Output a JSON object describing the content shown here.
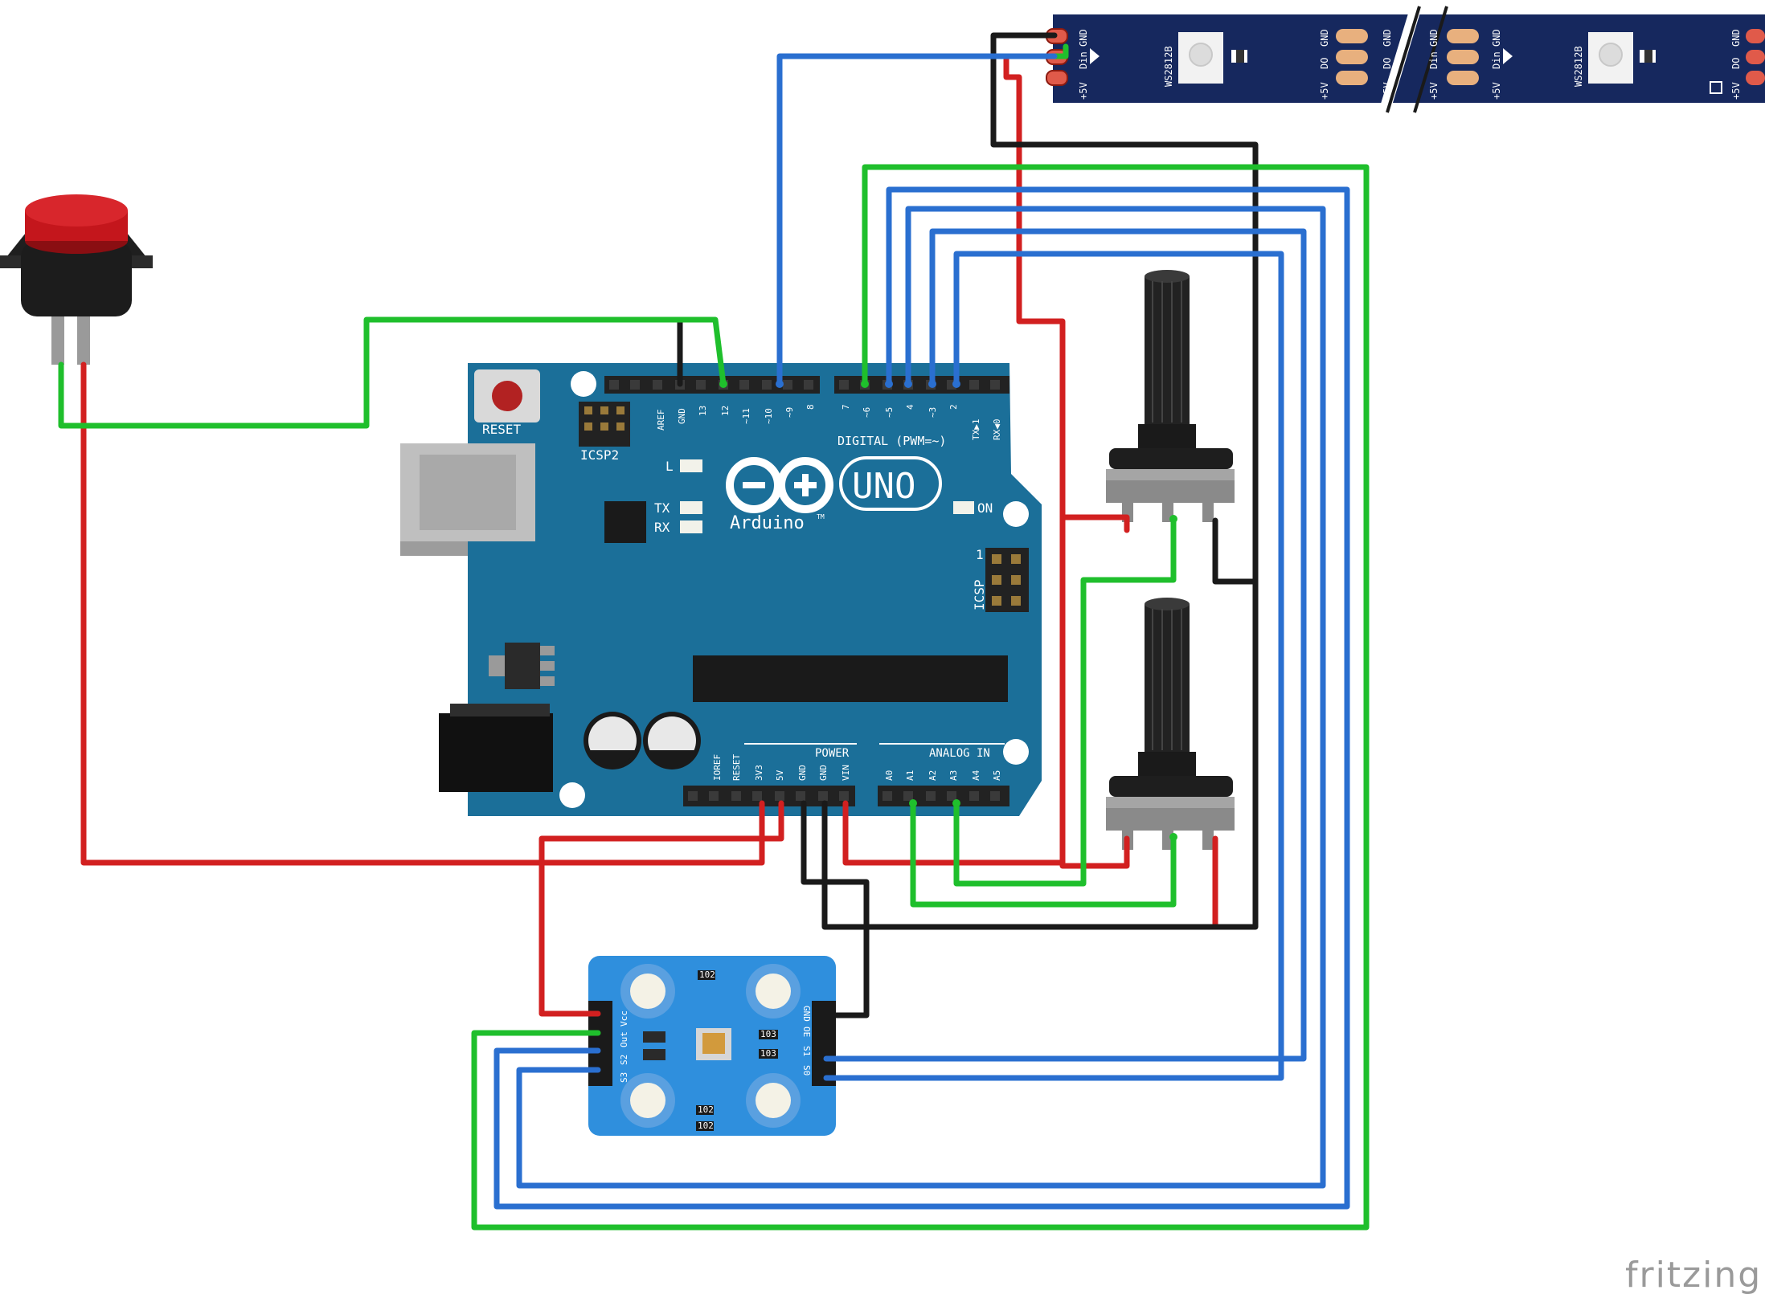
{
  "arduino": {
    "reset_label": "RESET",
    "icsp2_label": "ICSP2",
    "icsp_label": "ICSP",
    "icsp_pin1": "1",
    "led_l": "L",
    "led_tx": "TX",
    "led_rx": "RX",
    "led_on": "ON",
    "logo_text": "UNO",
    "brand_text": "Arduino",
    "brand_tm": "TM",
    "digital_label": "DIGITAL (PWM=~)",
    "power_label": "POWER",
    "analog_label": "ANALOG IN",
    "top_left_header_pins": [
      "AREF",
      "GND",
      "13",
      "12",
      "~11",
      "~10",
      "~9",
      "8"
    ],
    "top_right_header_pins": [
      "7",
      "~6",
      "~5",
      "4",
      "~3",
      "2",
      "TX▶1",
      "RX◀0"
    ],
    "power_header_pins": [
      "IOREF",
      "RESET",
      "3V3",
      "5V",
      "GND",
      "GND",
      "VIN"
    ],
    "analog_header_pins": [
      "A0",
      "A1",
      "A2",
      "A3",
      "A4",
      "A5"
    ]
  },
  "led_strip": {
    "chip_label": "WS2812B",
    "seg1_left_pins": [
      "GND",
      "Din",
      "+5V"
    ],
    "seg1_right_pins": [
      "GND",
      "DO",
      "+5V"
    ],
    "seg2_left_pins": [
      "GND",
      "Din",
      "+5V"
    ],
    "seg2_right_pins": [
      "GND",
      "DO",
      "+5V"
    ],
    "cut_pads_left": [
      "GND",
      "DO",
      "+5V"
    ],
    "cut_pads_right": [
      "GND",
      "Din",
      "+5V"
    ]
  },
  "color_sensor": {
    "left_pins": [
      "Vcc",
      "Out",
      "S2",
      "S3"
    ],
    "right_pins": [
      "GND",
      "OE",
      "S1",
      "S0"
    ],
    "resistor_labels": [
      "102",
      "103",
      "103",
      "102",
      "102"
    ]
  },
  "watermark": "fritzing",
  "colors": {
    "board": "#1b6f99",
    "board_text": "#ffffff",
    "wire_red": "#d22020",
    "wire_black": "#1a1a1a",
    "wire_green": "#1fbf2c",
    "wire_blue": "#2a6fd0",
    "strip": "#16285e",
    "sensor": "#2f8fdd",
    "button_cap": "#c4161c"
  }
}
